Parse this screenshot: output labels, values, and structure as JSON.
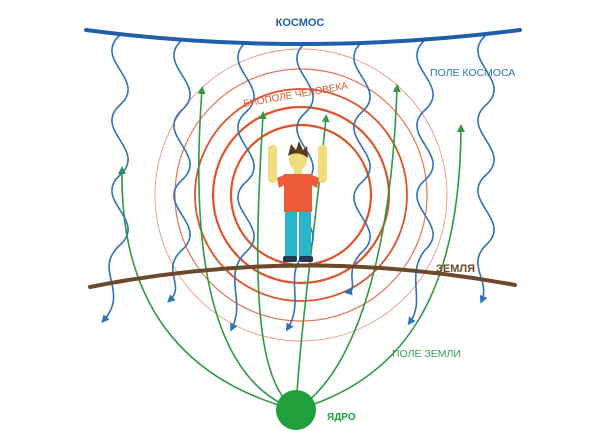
{
  "labels": {
    "cosmos": "КОСМОС",
    "cosmos_field": "ПОЛЕ КОСМОСА",
    "biofield": "БИОПОЛЕ ЧЕЛОВЕКА",
    "earth": "ЗЕМЛЯ",
    "earth_field": "ПОЛЕ ЗЕМЛИ",
    "core": "ЯДРО"
  },
  "colors": {
    "cosmos_line": "#1f5fa8",
    "cosmos_text": "#1f5fa8",
    "wave_arrow": "#2f72b8",
    "earth_field_line": "#2e9a45",
    "core_fill": "#1fa03a",
    "biofield_ring": "#e0522a",
    "earth_ground": "#6b4a2c",
    "earth_text": "#6b4a2c",
    "earth_field_text": "#3aa150",
    "biofield_text": "#e0522a",
    "person_shirt": "#ee5a3a",
    "person_pants": "#2bb5c8",
    "person_skin": "#efdc7a",
    "person_hair": "#5b3a22",
    "person_shoes": "#223a55"
  },
  "icons": {
    "person": "person-figure-icon",
    "core": "core-circle-icon"
  }
}
